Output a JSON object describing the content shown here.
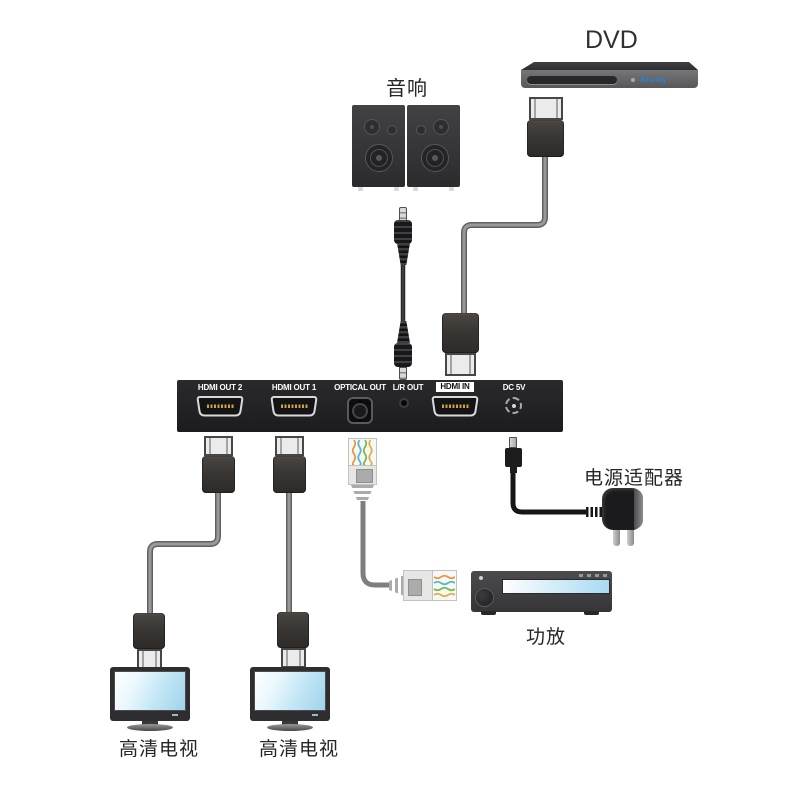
{
  "labels": {
    "dvd": "DVD",
    "bluray_badge": "Blu-ray",
    "speakers": "音响",
    "power_adapter": "电源适配器",
    "amplifier": "功放",
    "tv_left": "高清电视",
    "tv_right": "高清电视"
  },
  "panel": {
    "ports": [
      {
        "label": "HDMI OUT 2",
        "type": "hdmi-output"
      },
      {
        "label": "HDMI OUT 1",
        "type": "hdmi-output"
      },
      {
        "label": "OPTICAL OUT",
        "type": "optical-output"
      },
      {
        "label": "L/R OUT",
        "type": "analog-audio-output"
      },
      {
        "label": "HDMI IN",
        "type": "hdmi-input",
        "highlighted": true
      },
      {
        "label": "DC 5V",
        "type": "power-input"
      }
    ]
  },
  "colors": {
    "panel_body": "#1e1e20",
    "hdmi_pins_gold": "#c9a43f",
    "tv_screen_blue": "#bfe2f3",
    "amp_display_blue": "#bfe2f5",
    "bluray_blue": "#2f7fd0",
    "cable_gray": "#8c8c8c",
    "cable_black": "#1a1a1c"
  }
}
